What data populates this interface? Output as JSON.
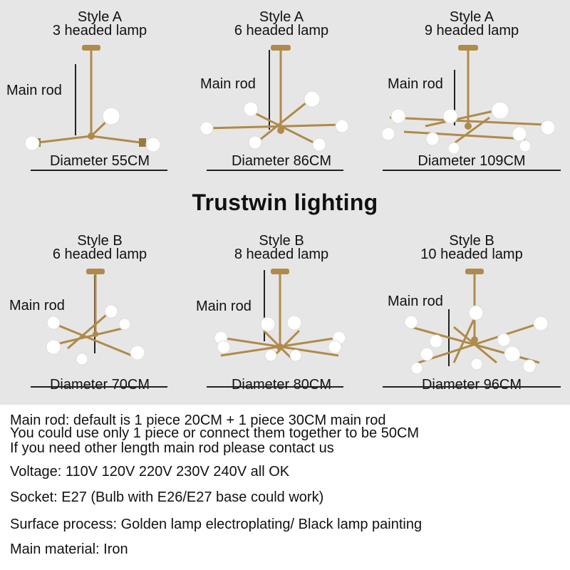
{
  "brand": "Trustwin lighting",
  "colors": {
    "panel": "#e6e6e6",
    "gold": "#b08a4a",
    "bulb": "#ffffff"
  },
  "products": [
    {
      "style": "Style A",
      "lamp": "3 headed lamp",
      "rod_label": "Main rod",
      "diameter": "Diameter 55CM"
    },
    {
      "style": "Style A",
      "lamp": "6 headed lamp",
      "rod_label": "Main rod",
      "diameter": "Diameter 86CM"
    },
    {
      "style": "Style A",
      "lamp": "9 headed lamp",
      "rod_label": "Main rod",
      "diameter": "Diameter 109CM"
    },
    {
      "style": "Style B",
      "lamp": "6 headed lamp",
      "rod_label": "Main rod",
      "diameter": "Diameter 70CM"
    },
    {
      "style": "Style B",
      "lamp": "8 headed lamp",
      "rod_label": "Main rod",
      "diameter": "Diameter 80CM"
    },
    {
      "style": "Style B",
      "lamp": "10 headed lamp",
      "rod_label": "Main rod",
      "diameter": "Diameter 96CM"
    }
  ],
  "specs": {
    "rod_line1": "Main rod: default is 1 piece 20CM + 1 piece 30CM main rod",
    "rod_line2": "You could use only 1 piece or connect them together to be 50CM",
    "rod_line3": "If you need other length main rod please contact us",
    "voltage": "Voltage: 110V 120V 220V 230V 240V all OK",
    "socket": "Socket: E27 (Bulb with E26/E27 base could work)",
    "surface": "Surface process: Golden lamp electroplating/ Black lamp painting",
    "material": "Main material: Iron"
  }
}
